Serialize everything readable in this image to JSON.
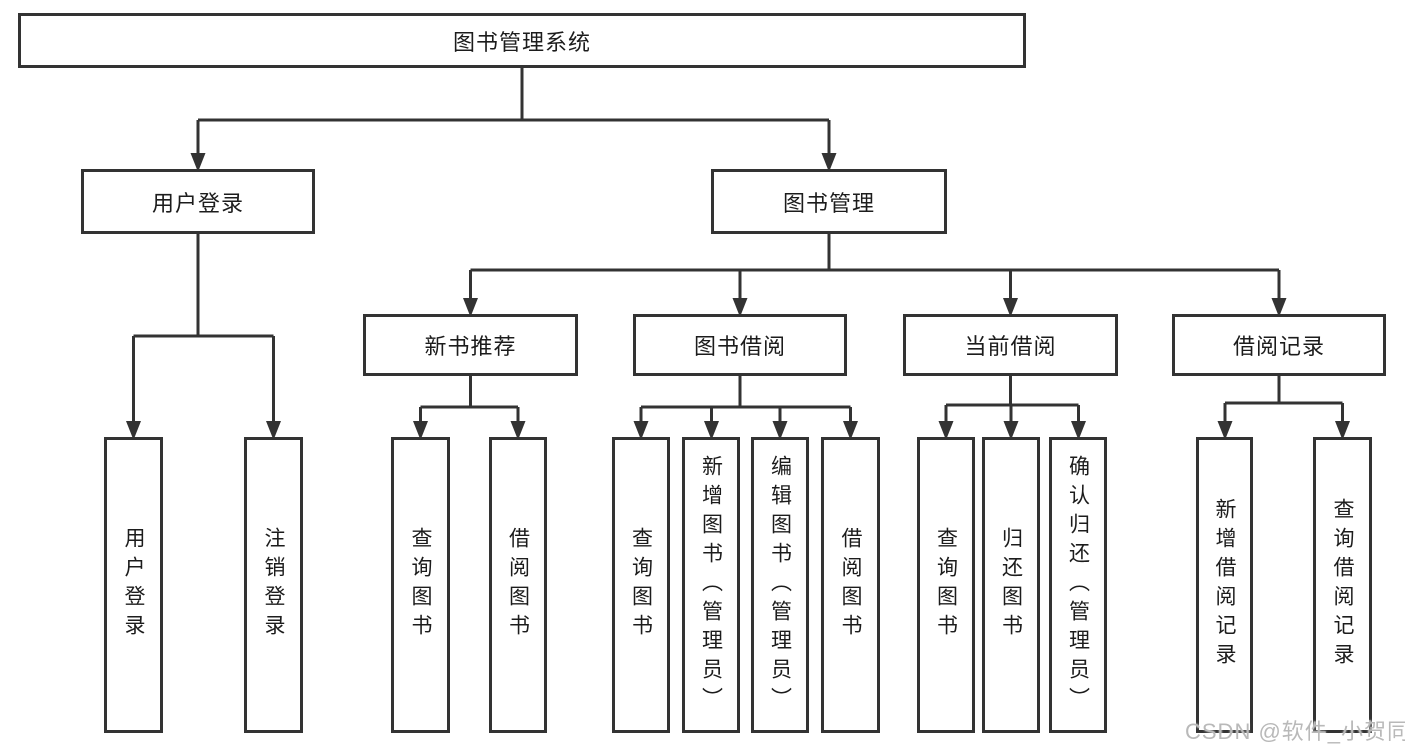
{
  "tree": {
    "root": "图书管理系统",
    "branches": [
      {
        "label": "用户登录",
        "children": [
          "用户登录",
          "注销登录"
        ]
      },
      {
        "label": "图书管理",
        "children": [
          {
            "label": "新书推荐",
            "children": [
              "查询图书",
              "借阅图书"
            ]
          },
          {
            "label": "图书借阅",
            "children": [
              "查询图书",
              "新增图书（管理员）",
              "编辑图书（管理员）",
              "借阅图书"
            ]
          },
          {
            "label": "当前借阅",
            "children": [
              "查询图书",
              "归还图书",
              "确认归还（管理员）"
            ]
          },
          {
            "label": "借阅记录",
            "children": [
              "新增借阅记录",
              "查询借阅记录"
            ]
          }
        ]
      }
    ]
  },
  "colors": {
    "line": "#333333",
    "text": "#1c1c1c",
    "watermark": "#b9b9b9",
    "background": "#ffffff"
  },
  "watermark": {
    "text": "CSDN @软件_小贺同学"
  }
}
